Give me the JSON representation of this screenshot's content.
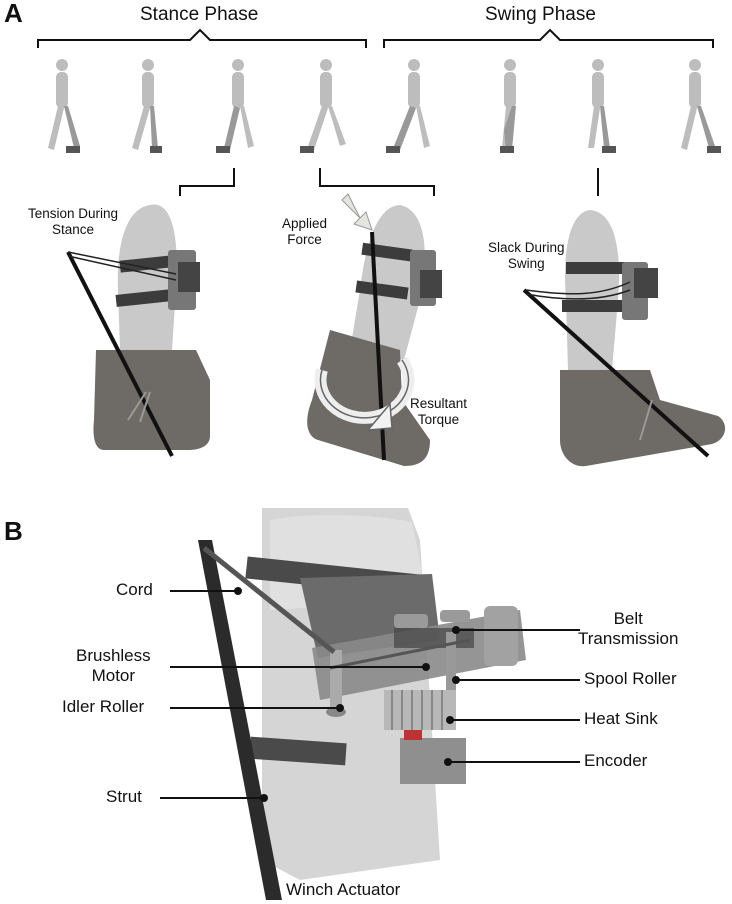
{
  "panels": {
    "a": "A",
    "b": "B"
  },
  "phases": {
    "stance": "Stance Phase",
    "swing": "Swing Phase"
  },
  "legs": {
    "tension": [
      "Tension During",
      "Stance"
    ],
    "applied": [
      "Applied",
      "Force"
    ],
    "torque": [
      "Resultant",
      "Torque"
    ],
    "slack": [
      "Slack During",
      "Swing"
    ]
  },
  "actuator": {
    "cord": "Cord",
    "motor": [
      "Brushless",
      "Motor"
    ],
    "idler": "Idler Roller",
    "strut": "Strut",
    "belt": [
      "Belt",
      "Transmission"
    ],
    "spool": "Spool Roller",
    "heatsink": "Heat Sink",
    "encoder": "Encoder",
    "caption": "Winch Actuator"
  },
  "colors": {
    "skin": "#c9c9c9",
    "boot": "#6e6a66",
    "strap": "#3c3c3c",
    "line": "#111111"
  }
}
